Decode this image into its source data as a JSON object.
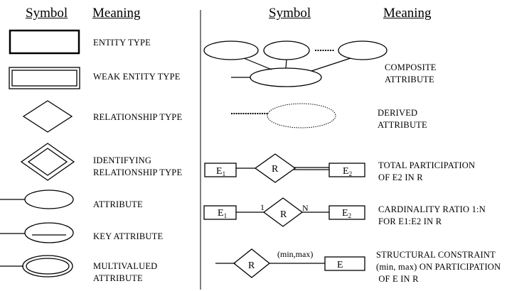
{
  "headers": {
    "left_symbol": "Symbol",
    "left_meaning": "Meaning",
    "right_symbol": "Symbol",
    "right_meaning": "Meaning"
  },
  "left_rows": [
    {
      "id": "entity-type",
      "meaning": "ENTITY TYPE"
    },
    {
      "id": "weak-entity-type",
      "meaning": "WEAK ENTITY TYPE"
    },
    {
      "id": "relationship-type",
      "meaning": "RELATIONSHIP TYPE"
    },
    {
      "id": "identifying-relationship-type",
      "meaning": "IDENTIFYING\nRELATIONSHIP TYPE"
    },
    {
      "id": "attribute",
      "meaning": "ATTRIBUTE"
    },
    {
      "id": "key-attribute",
      "meaning": "KEY ATTRIBUTE"
    },
    {
      "id": "multivalued-attribute",
      "meaning": "MULTIVALUED\nATTRIBUTE"
    }
  ],
  "right_rows": [
    {
      "id": "composite-attribute",
      "meaning": "COMPOSITE\nATTRIBUTE"
    },
    {
      "id": "derived-attribute",
      "meaning": "DERIVED\nATTRIBUTE"
    },
    {
      "id": "total-participation",
      "meaning": "TOTAL PARTICIPATION\nOF E2 IN R"
    },
    {
      "id": "cardinality-ratio",
      "meaning": "CARDINALITY RATIO 1:N\nFOR E1:E2 IN R"
    },
    {
      "id": "structural-constraint",
      "meaning": "STRUCTURAL CONSTRAINT\n(min, max) ON PARTICIPATION\n OF E IN R"
    }
  ],
  "symbol_text": {
    "relationship": "R",
    "entity": "E",
    "entity1": "E",
    "entity1_sub": "1",
    "entity2": "E",
    "entity2_sub": "2",
    "card_one": "1",
    "card_many": "N",
    "min_max": "(min,max)"
  }
}
